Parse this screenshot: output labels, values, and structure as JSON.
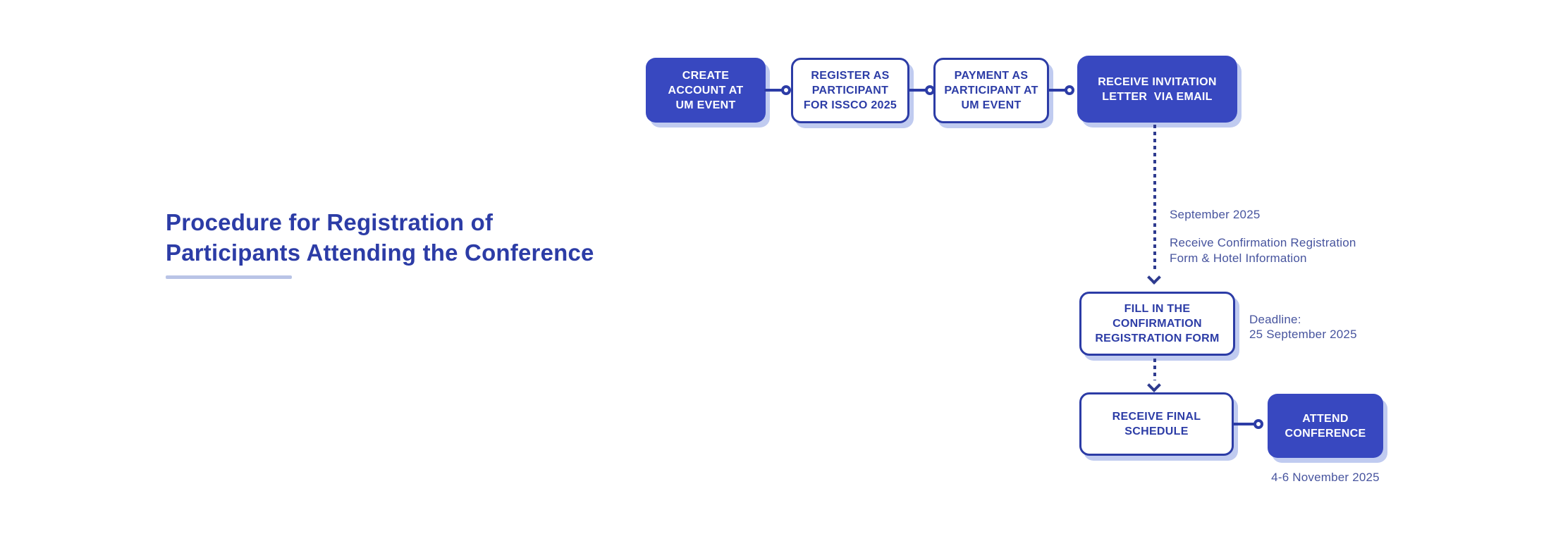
{
  "title": {
    "line1": "Procedure for Registration of",
    "line2": "Participants Attending the Conference"
  },
  "colors": {
    "primary_fill": "#3848c0",
    "ink_border_text": "#2c3ca6",
    "note_text": "#47549e",
    "shadow": "#c0cbf0",
    "underline_bar": "#b9c4e6",
    "background": "#ffffff"
  },
  "flow": {
    "steps": [
      {
        "id": "create-account",
        "label": "CREATE\nACCOUNT AT\nUM EVENT",
        "style": "filled"
      },
      {
        "id": "register-participant",
        "label": "REGISTER AS\nPARTICIPANT\nFOR ISSCO 2025",
        "style": "outline"
      },
      {
        "id": "payment",
        "label": "PAYMENT AS\nPARTICIPANT AT\nUM EVENT",
        "style": "outline"
      },
      {
        "id": "invitation-letter",
        "label": "RECEIVE INVITATION\nLETTER  VIA EMAIL",
        "style": "filled"
      },
      {
        "id": "confirmation-form",
        "label": "FILL IN THE\nCONFIRMATION\nREGISTRATION FORM",
        "style": "outline"
      },
      {
        "id": "final-schedule",
        "label": "RECEIVE FINAL SCHEDULE",
        "style": "outline"
      },
      {
        "id": "attend-conference",
        "label": "ATTEND\nCONFERENCE",
        "style": "filled"
      }
    ],
    "notes": {
      "september": "September 2025",
      "confirmation_info": "Receive Confirmation Registration\nForm & Hotel Information",
      "deadline": "Deadline:\n25 September 2025",
      "conference_dates": "4-6 November 2025"
    }
  }
}
